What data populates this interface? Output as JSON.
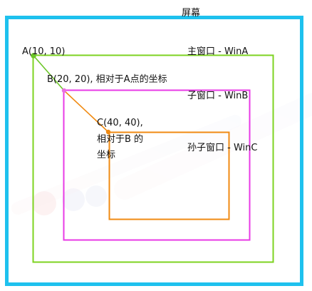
{
  "screen": {
    "label": "屏幕",
    "border_color": "#1ec1ee"
  },
  "win_a": {
    "label": "主窗口 - WinA",
    "border_color": "#7ed321"
  },
  "win_b": {
    "label": "子窗口 - WinB",
    "border_color": "#e83ae6"
  },
  "win_c": {
    "label": "孙子窗口 - WinC",
    "border_color": "#f08a12"
  },
  "point_a": {
    "label": "A(10, 10)",
    "color": "#6cc628"
  },
  "point_b": {
    "label": "B(20,  20), 相对于A点的坐标",
    "color": "#e870e0"
  },
  "point_c": {
    "label_line1": "C(40,  40),",
    "label_line2": "相对于B 的",
    "label_line3": "坐标",
    "color": "#f08a12"
  },
  "connector_colors": {
    "a_to_b": "#6cc628",
    "b_to_c": "#f08a12"
  }
}
